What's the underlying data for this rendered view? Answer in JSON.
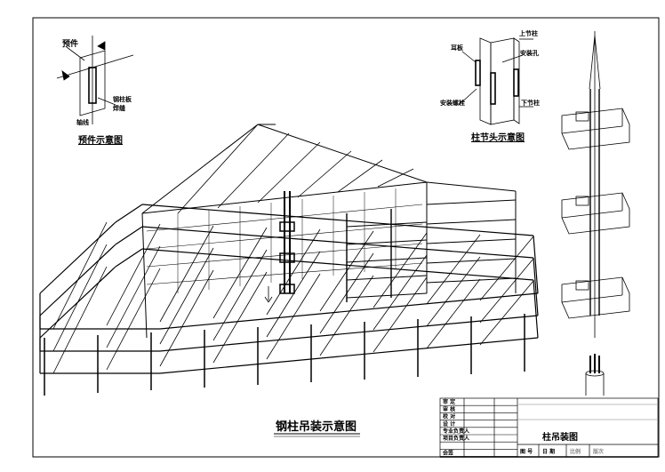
{
  "drawing": {
    "main_caption": "钢柱吊装示意图",
    "embed_detail": {
      "caption": "预件示意图",
      "labels": [
        "预件",
        "钢柱板",
        "焊缝",
        "轴线"
      ]
    },
    "joint_detail": {
      "caption": "柱节头示意图",
      "labels": [
        "耳板",
        "上节柱",
        "安装孔",
        "安装螺栓",
        "下节柱"
      ]
    },
    "title_block": {
      "rows": [
        "审 定",
        "审 核",
        "校 对",
        "设 计",
        "专业负责人",
        "项目负责人",
        "",
        "会签"
      ],
      "fields": [
        "图 号",
        "日 期"
      ],
      "side_fields": [
        "比例",
        "版次"
      ],
      "title": "柱吊装图"
    }
  }
}
